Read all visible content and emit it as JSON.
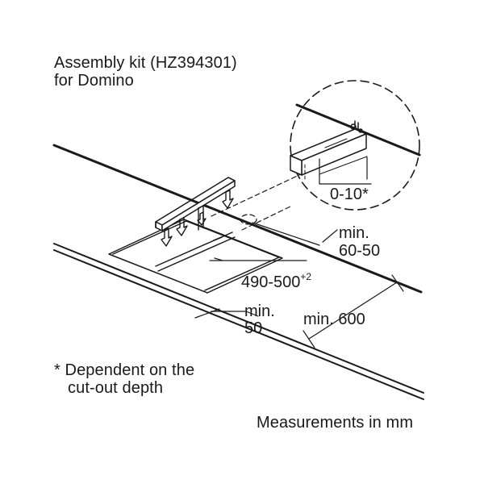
{
  "title": {
    "line1": "Assembly kit (HZ394301)",
    "line2": "for Domino"
  },
  "dimensions": {
    "detail_gap": "0-10*",
    "rear_clearance_min": "min.",
    "rear_clearance_value": "60-50",
    "cutout_width": "490-500",
    "cutout_width_tolerance": "+2",
    "front_clearance_min": "min.",
    "front_clearance_value": "50",
    "counter_depth": "min. 600"
  },
  "footnote": {
    "line1": "* Dependent on the",
    "line2": "cut-out depth"
  },
  "units_note": "Measurements in mm",
  "colors": {
    "line": "#1a1a1a",
    "background": "#ffffff"
  }
}
